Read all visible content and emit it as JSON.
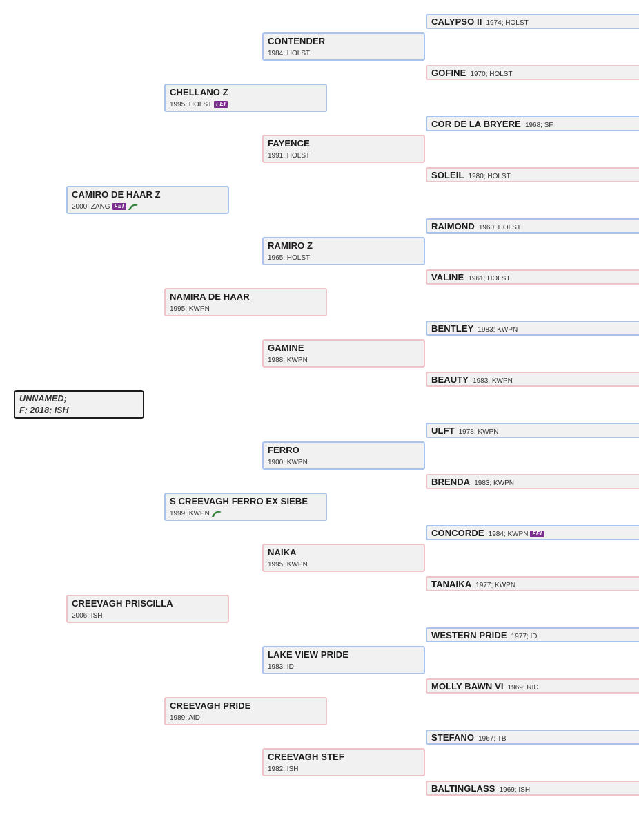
{
  "pedigree": [
    {
      "id": "root",
      "name": "UNNAMED;",
      "info": "F; 2018; ISH",
      "sex": "root",
      "gen": 0,
      "row": 15.5,
      "badges": []
    },
    {
      "id": "s",
      "name": "CAMIRO DE HAAR Z",
      "info": "2000; ZANG",
      "sex": "m",
      "gen": 1,
      "row": 7.5,
      "badges": [
        "fei",
        "jump"
      ]
    },
    {
      "id": "d",
      "name": "CREEVAGH PRISCILLA",
      "info": "2006; ISH",
      "sex": "f",
      "gen": 1,
      "row": 23.5,
      "badges": []
    },
    {
      "id": "ss",
      "name": "CHELLANO Z",
      "info": "1995; HOLST",
      "sex": "m",
      "gen": 2,
      "row": 3.5,
      "badges": [
        "fei"
      ]
    },
    {
      "id": "sd",
      "name": "NAMIRA DE HAAR",
      "info": "1995; KWPN",
      "sex": "f",
      "gen": 2,
      "row": 11.5,
      "badges": []
    },
    {
      "id": "ds",
      "name": "S CREEVAGH FERRO EX SIEBE",
      "info": "1999; KWPN",
      "sex": "m",
      "gen": 2,
      "row": 19.5,
      "badges": [
        "jump"
      ]
    },
    {
      "id": "dd",
      "name": "CREEVAGH PRIDE",
      "info": "1989; AID",
      "sex": "f",
      "gen": 2,
      "row": 27.5,
      "badges": []
    },
    {
      "id": "sss",
      "name": "CONTENDER",
      "info": "1984; HOLST",
      "sex": "m",
      "gen": 3,
      "row": 1.5,
      "badges": []
    },
    {
      "id": "ssd",
      "name": "FAYENCE",
      "info": "1991; HOLST",
      "sex": "f",
      "gen": 3,
      "row": 5.5,
      "badges": []
    },
    {
      "id": "sds",
      "name": "RAMIRO Z",
      "info": "1965; HOLST",
      "sex": "m",
      "gen": 3,
      "row": 9.5,
      "badges": []
    },
    {
      "id": "sdd",
      "name": "GAMINE",
      "info": "1988; KWPN",
      "sex": "f",
      "gen": 3,
      "row": 13.5,
      "badges": []
    },
    {
      "id": "dss",
      "name": "FERRO",
      "info": "1900; KWPN",
      "sex": "m",
      "gen": 3,
      "row": 17.5,
      "badges": []
    },
    {
      "id": "dsd",
      "name": "NAIKA",
      "info": "1995; KWPN",
      "sex": "f",
      "gen": 3,
      "row": 21.5,
      "badges": []
    },
    {
      "id": "dds",
      "name": "LAKE VIEW PRIDE",
      "info": "1983; ID",
      "sex": "m",
      "gen": 3,
      "row": 25.5,
      "badges": []
    },
    {
      "id": "ddd",
      "name": "CREEVAGH STEF",
      "info": "1982; ISH",
      "sex": "f",
      "gen": 3,
      "row": 29.5,
      "badges": []
    },
    {
      "id": "g4_1",
      "name": "CALYPSO II",
      "info": "1974; HOLST",
      "sex": "m",
      "gen": 4,
      "row": 0.5,
      "badges": []
    },
    {
      "id": "g4_2",
      "name": "GOFINE",
      "info": "1970; HOLST",
      "sex": "f",
      "gen": 4,
      "row": 2.5,
      "badges": []
    },
    {
      "id": "g4_3",
      "name": "COR DE LA BRYERE",
      "info": "1968; SF",
      "sex": "m",
      "gen": 4,
      "row": 4.5,
      "badges": []
    },
    {
      "id": "g4_4",
      "name": "SOLEIL",
      "info": "1980; HOLST",
      "sex": "f",
      "gen": 4,
      "row": 6.5,
      "badges": []
    },
    {
      "id": "g4_5",
      "name": "RAIMOND",
      "info": "1960; HOLST",
      "sex": "m",
      "gen": 4,
      "row": 8.5,
      "badges": []
    },
    {
      "id": "g4_6",
      "name": "VALINE",
      "info": "1961; HOLST",
      "sex": "f",
      "gen": 4,
      "row": 10.5,
      "badges": []
    },
    {
      "id": "g4_7",
      "name": "BENTLEY",
      "info": "1983; KWPN",
      "sex": "m",
      "gen": 4,
      "row": 12.5,
      "badges": []
    },
    {
      "id": "g4_8",
      "name": "BEAUTY",
      "info": "1983; KWPN",
      "sex": "f",
      "gen": 4,
      "row": 14.5,
      "badges": []
    },
    {
      "id": "g4_9",
      "name": "ULFT",
      "info": "1978; KWPN",
      "sex": "m",
      "gen": 4,
      "row": 16.5,
      "badges": []
    },
    {
      "id": "g4_10",
      "name": "BRENDA",
      "info": "1983; KWPN",
      "sex": "f",
      "gen": 4,
      "row": 18.5,
      "badges": []
    },
    {
      "id": "g4_11",
      "name": "CONCORDE",
      "info": "1984; KWPN",
      "sex": "m",
      "gen": 4,
      "row": 20.5,
      "badges": [
        "fei"
      ]
    },
    {
      "id": "g4_12",
      "name": "TANAIKA",
      "info": "1977; KWPN",
      "sex": "f",
      "gen": 4,
      "row": 22.5,
      "badges": []
    },
    {
      "id": "g4_13",
      "name": "WESTERN PRIDE",
      "info": "1977; ID",
      "sex": "m",
      "gen": 4,
      "row": 24.5,
      "badges": []
    },
    {
      "id": "g4_14",
      "name": "MOLLY BAWN VI",
      "info": "1969; RID",
      "sex": "f",
      "gen": 4,
      "row": 26.5,
      "badges": []
    },
    {
      "id": "g4_15",
      "name": "STEFANO",
      "info": "1967; TB",
      "sex": "m",
      "gen": 4,
      "row": 28.5,
      "badges": []
    },
    {
      "id": "g4_16",
      "name": "BALTINGLASS",
      "info": "1969; ISH",
      "sex": "f",
      "gen": 4,
      "row": 30.5,
      "badges": []
    }
  ],
  "badge_labels": {
    "fei": "FEI"
  },
  "colors": {
    "male_border": "#a9c3ea",
    "female_border": "#efc4c9",
    "root_border": "#1b1b1b",
    "box_bg": "#f1f1f1",
    "fei_badge": "#7b2e8e",
    "jump_icon": "#2e7d32"
  }
}
